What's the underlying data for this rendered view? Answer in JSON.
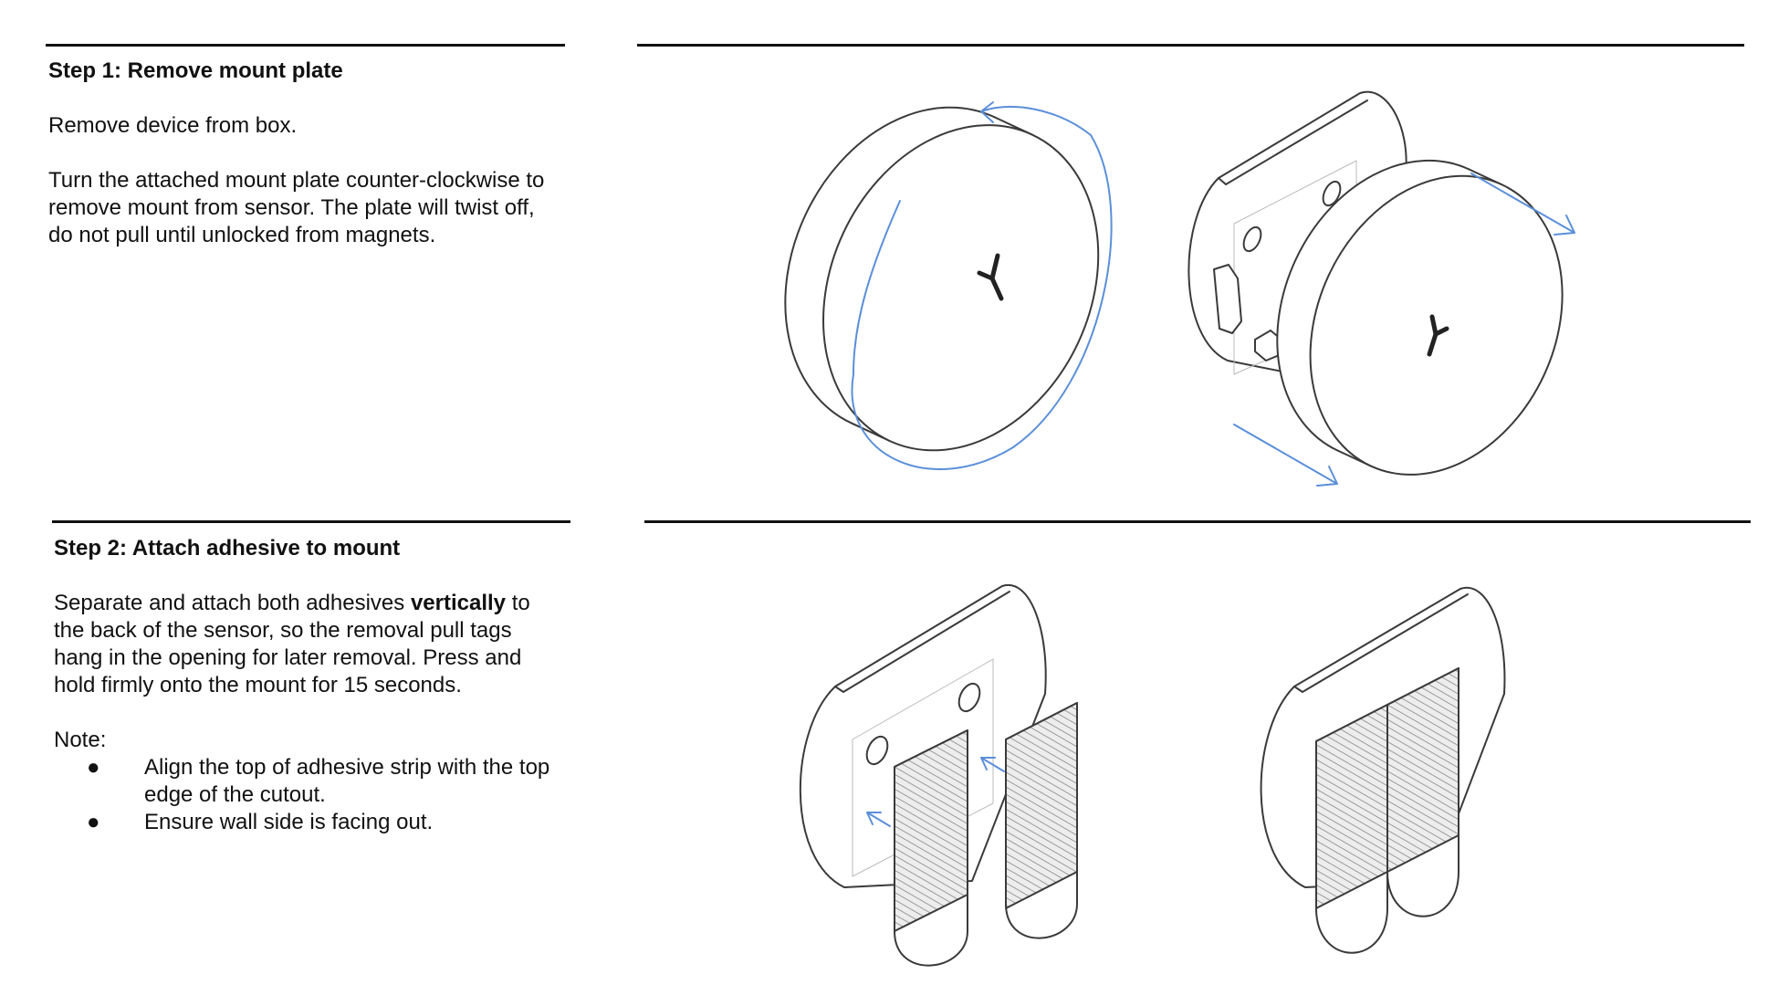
{
  "step1": {
    "title": "Step 1: Remove mount plate",
    "para1": "Remove device from box.",
    "para2": "Turn the attached mount plate counter-clockwise to remove mount from sensor. The plate will twist off, do not pull until unlocked from magnets."
  },
  "step2": {
    "title": "Step 2: Attach adhesive to mount",
    "para_before": "Separate and attach both adhesives ",
    "para_bold": "vertically",
    "para_after": " to the back of the sensor, so the removal pull tags hang in the opening for later removal. Press and hold firmly onto the mount for 15 seconds.",
    "note_label": "Note:",
    "bullets": [
      "Align the top of adhesive strip with the top edge of the cutout.",
      "Ensure wall side is facing out."
    ],
    "bullet_glyph": "●"
  },
  "colors": {
    "text": "#111111",
    "rule": "#111111",
    "outline": "#3a3a3a",
    "arrow": "#5b8fd9",
    "hatch": "#9a9a9a"
  },
  "icons": {
    "sensor_logo": "y-logo-icon",
    "arrows": "direction-arrow-icon"
  }
}
